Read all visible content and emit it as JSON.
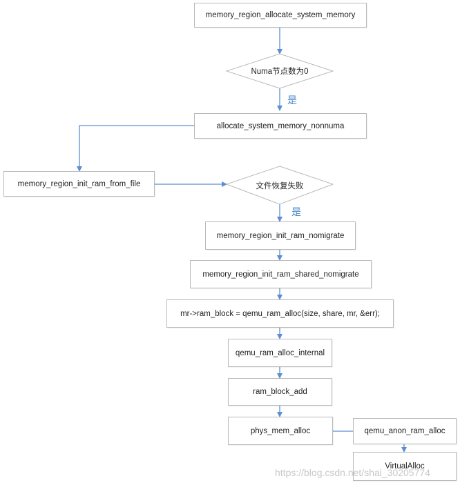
{
  "colors": {
    "arrow": "#5b8fd1",
    "border": "#b9b9b9",
    "yes_label": "#4a86c8"
  },
  "nodes": {
    "n1": "memory_region_allocate_system_memory",
    "d1": "Numa节点数为0",
    "n2": "allocate_system_memory_nonnuma",
    "n3": "memory_region_init_ram_from_file",
    "d2": "文件恢复失败",
    "n4": "memory_region_init_ram_nomigrate",
    "n5": "memory_region_init_ram_shared_nomigrate",
    "n6": "mr->ram_block = qemu_ram_alloc(size, share, mr, &err);",
    "n7": "qemu_ram_alloc_internal",
    "n8": "ram_block_add",
    "n9": "phys_mem_alloc",
    "n10": "qemu_anon_ram_alloc",
    "n11": "VirtualAlloc"
  },
  "edge_labels": {
    "yes1": "是",
    "yes2": "是"
  },
  "watermark": "https://blog.csdn.net/shai_30205774"
}
